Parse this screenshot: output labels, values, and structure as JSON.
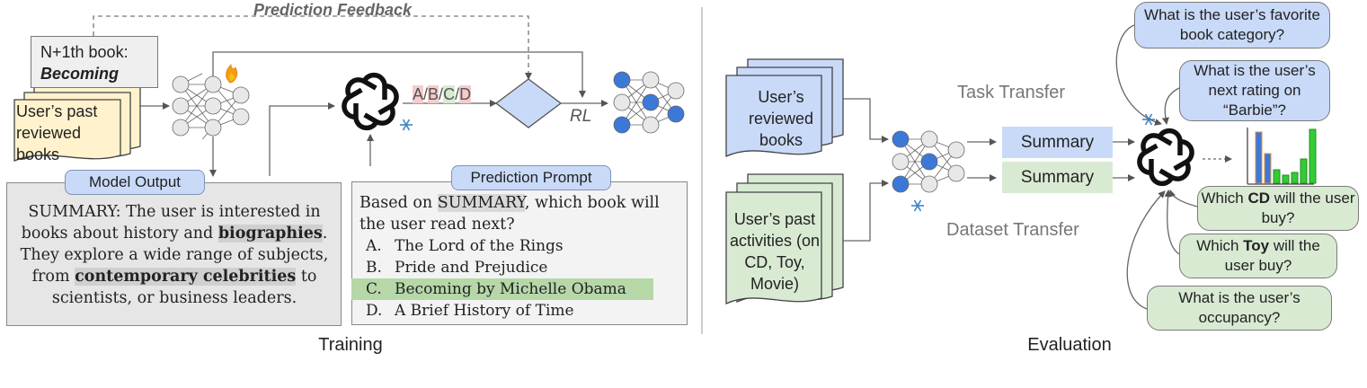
{
  "feedback_label": "Prediction Feedback",
  "training": {
    "section_label": "Training",
    "next_book_label": "N+1th book:",
    "next_book_title": "Becoming",
    "past_books_label": "User’s past reviewed books",
    "model_output_label": "Model Output",
    "summary_parts": [
      "SUMMARY: The user is interested in books about history and ",
      "biographies",
      ". They explore a wide range of subjects, from ",
      "contemporary celebrities",
      " to scientists, or business leaders."
    ],
    "prediction_prompt_label": "Prediction Prompt",
    "prompt_parts": [
      "Based on ",
      "SUMMARY",
      ", which book will the user read next?"
    ],
    "options": [
      {
        "key": "A.",
        "text": "The Lord of the Rings"
      },
      {
        "key": "B.",
        "text": "Pride and Prejudice"
      },
      {
        "key": "C.",
        "text": "Becoming by Michelle Obama"
      },
      {
        "key": "D.",
        "text": "A Brief History of Time"
      }
    ],
    "answer_choices": [
      "A",
      "B",
      "C",
      "D"
    ],
    "rl_label": "RL"
  },
  "evaluation": {
    "section_label": "Evaluation",
    "reviewed_books_label": "User’s reviewed books",
    "past_activities_label": "User’s past activities (on CD, Toy, Movie)",
    "task_transfer_label": "Task Transfer",
    "dataset_transfer_label": "Dataset Transfer",
    "summary_labels": [
      "Summary",
      "Summary"
    ],
    "questions": [
      {
        "parts": [
          "What is the user’s favorite book category?"
        ]
      },
      {
        "parts": [
          "What is the user’s next rating on “Barbie”?"
        ]
      },
      {
        "parts": [
          "Which ",
          "CD",
          " will the user buy?"
        ]
      },
      {
        "parts": [
          "Which ",
          "Toy",
          " will the user buy?"
        ]
      },
      {
        "parts": [
          "What is the user’s occupancy?"
        ]
      }
    ],
    "bar_values": [
      0.95,
      0.55,
      0.25,
      0.15,
      0.2,
      0.45,
      1.0
    ]
  },
  "colors": {
    "blue": "#c9daf8",
    "green": "#d9ead3",
    "yellow": "#fff2cc",
    "gray": "#efefef",
    "red": "#f4cccc",
    "neuron": "#3c78d8"
  }
}
